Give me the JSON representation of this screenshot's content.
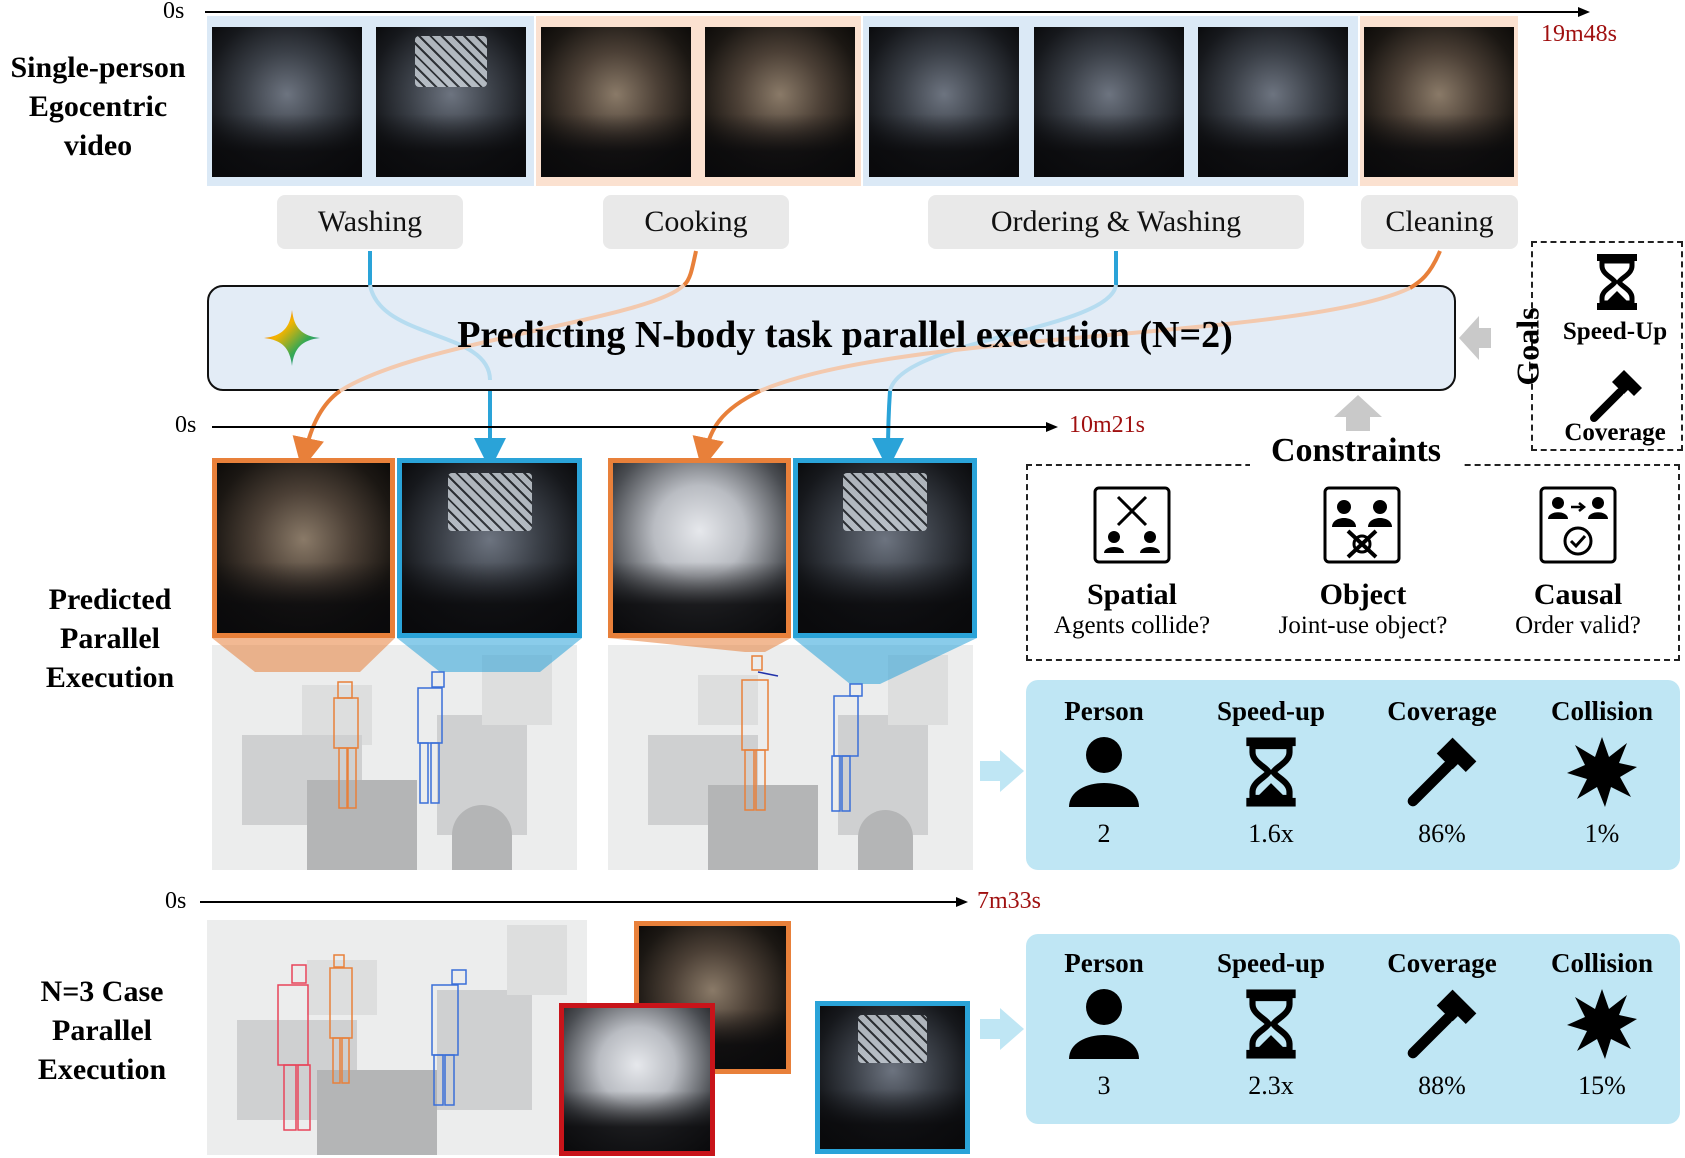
{
  "row1": {
    "label": [
      "Single-person",
      "Egocentric",
      "video"
    ],
    "start": "0s",
    "end": "19m48s",
    "tags": [
      "Washing",
      "Cooking",
      "Ordering & Washing",
      "Cleaning"
    ]
  },
  "predict": {
    "title": "Predicting N-body task parallel execution (N=2)"
  },
  "goals": {
    "title": "Goals",
    "items": [
      "Speed-Up",
      "Coverage"
    ]
  },
  "constraints": {
    "title": "Constraints",
    "items": [
      {
        "name": "Spatial",
        "desc": "Agents collide?"
      },
      {
        "name": "Object",
        "desc": "Joint-use object?"
      },
      {
        "name": "Causal",
        "desc": "Order valid?"
      }
    ]
  },
  "row2": {
    "label": [
      "Predicted",
      "Parallel",
      "Execution"
    ],
    "start": "0s",
    "end": "10m21s",
    "stats": {
      "headers": [
        "Person",
        "Speed-up",
        "Coverage",
        "Collision"
      ],
      "values": [
        "2",
        "1.6x",
        "86%",
        "1%"
      ]
    }
  },
  "row3": {
    "label": [
      "N=3 Case",
      "Parallel",
      "Execution"
    ],
    "start": "0s",
    "end": "7m33s",
    "stats": {
      "headers": [
        "Person",
        "Speed-up",
        "Coverage",
        "Collision"
      ],
      "values": [
        "3",
        "2.3x",
        "88%",
        "15%"
      ]
    }
  },
  "colors": {
    "orange": "#e8803a",
    "blue": "#2aa3d8",
    "red": "#c8141a",
    "stat_bg": "#bfe6f4",
    "segment_blue": "#dbe9f6",
    "segment_orange": "#fbe1d0"
  }
}
